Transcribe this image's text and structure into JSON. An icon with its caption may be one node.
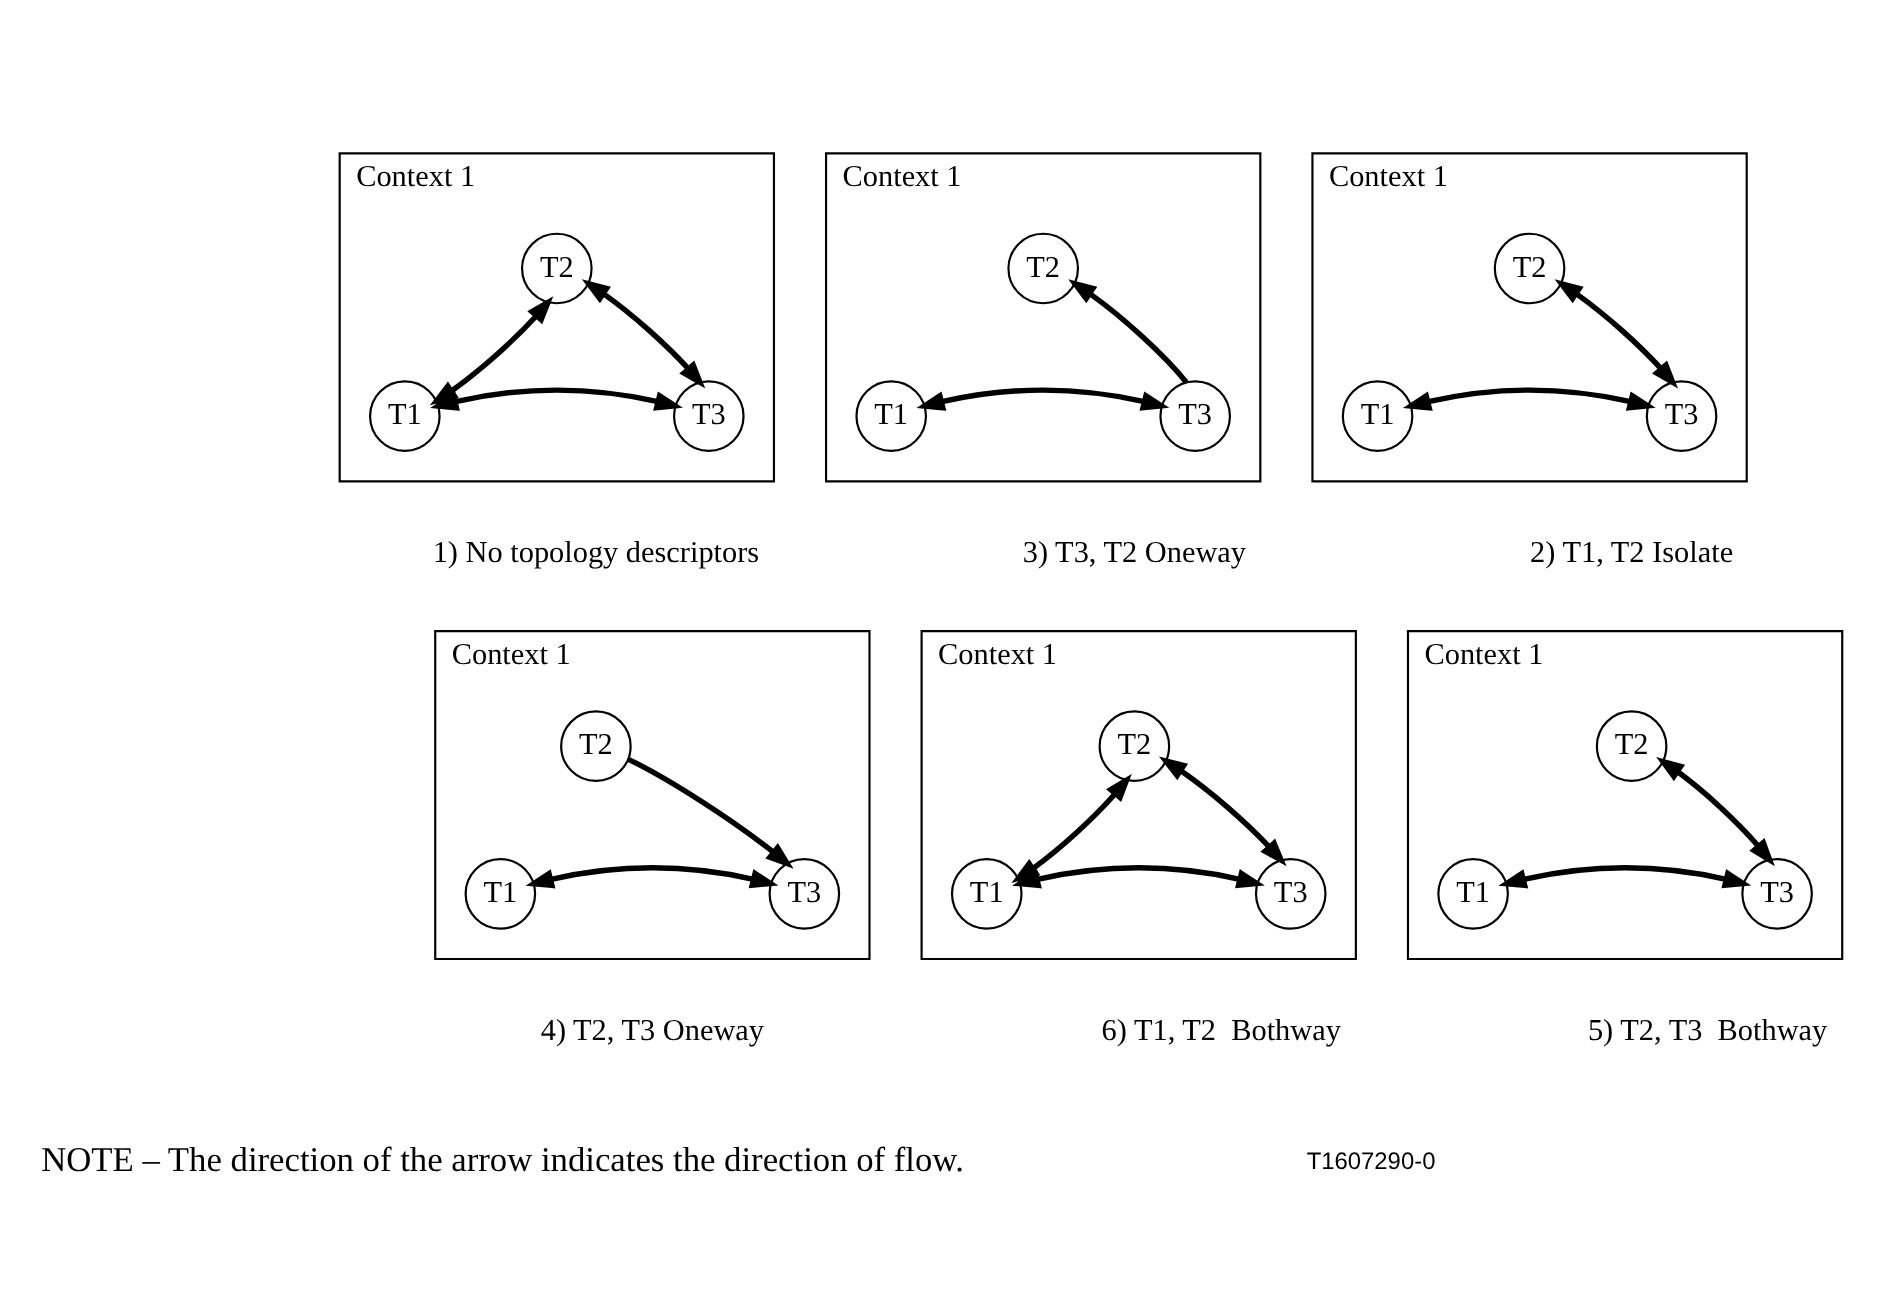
{
  "diagram": {
    "nodes": [
      {
        "text": [
          "Context 1"
        ],
        "beside": [
          "1) No topology descriptors"
        ]
      },
      {
        "text": [
          "T2"
        ],
        "in": 0
      },
      {
        "text": [
          "T1"
        ],
        "in": 0
      },
      {
        "text": [
          "T3"
        ],
        "in": 0
      },
      {
        "text": [
          "Context 1"
        ],
        "beside": [
          "2) T1, T2 Isolate"
        ]
      },
      {
        "text": [
          "T2"
        ],
        "in": 4
      },
      {
        "text": [
          "T1"
        ],
        "in": 4
      },
      {
        "text": [
          "T3"
        ],
        "in": 4
      },
      {
        "text": [
          "Context 1"
        ],
        "beside": [
          "3) T3, T2 Oneway"
        ]
      },
      {
        "text": [
          "T2"
        ],
        "in": 8
      },
      {
        "text": [
          "T1"
        ],
        "in": 8
      },
      {
        "text": [
          "T3"
        ],
        "in": 8
      },
      {
        "text": [
          "Context 1"
        ],
        "beside": [
          "4) T2, T3 Oneway"
        ]
      },
      {
        "text": [
          "T2"
        ],
        "in": 12
      },
      {
        "text": [
          "T1"
        ],
        "in": 12
      },
      {
        "text": [
          "T3"
        ],
        "in": 12
      },
      {
        "text": [
          "Context 1"
        ],
        "beside": [
          "5) T2, T3  Bothway"
        ]
      },
      {
        "text": [
          "T2"
        ],
        "in": 16
      },
      {
        "text": [
          "T1"
        ],
        "in": 16
      },
      {
        "text": [
          "T3"
        ],
        "in": 16
      },
      {
        "text": [
          "Context 1"
        ],
        "beside": [
          "6) T1, T2  Bothway"
        ]
      },
      {
        "text": [
          "T2"
        ],
        "in": 20
      },
      {
        "text": [
          "T1"
        ],
        "in": 20
      },
      {
        "text": [
          "T3"
        ],
        "in": 20
      }
    ],
    "edges": [
      {
        "from": 2,
        "to": 1,
        "arrow": "both"
      },
      {
        "from": 1,
        "to": 3,
        "arrow": "both"
      },
      {
        "from": 2,
        "to": 3,
        "arrow": "both"
      },
      {
        "from": 5,
        "to": 7,
        "arrow": "both"
      },
      {
        "from": 6,
        "to": 7,
        "arrow": "both"
      },
      {
        "from": 11,
        "to": 9,
        "arrow": "to"
      },
      {
        "from": 10,
        "to": 11,
        "arrow": "both"
      },
      {
        "from": 13,
        "to": 15,
        "arrow": "to"
      },
      {
        "from": 14,
        "to": 15,
        "arrow": "both"
      },
      {
        "from": 17,
        "to": 19,
        "arrow": "both"
      },
      {
        "from": 18,
        "to": 19,
        "arrow": "both"
      },
      {
        "from": 22,
        "to": 21,
        "arrow": "both"
      },
      {
        "from": 21,
        "to": 23,
        "arrow": "both"
      },
      {
        "from": 22,
        "to": 23,
        "arrow": "both"
      }
    ],
    "labels": [
      "NOTE – The direction of the arrow indicates the direction of flow.",
      "T1607290-0"
    ]
  }
}
